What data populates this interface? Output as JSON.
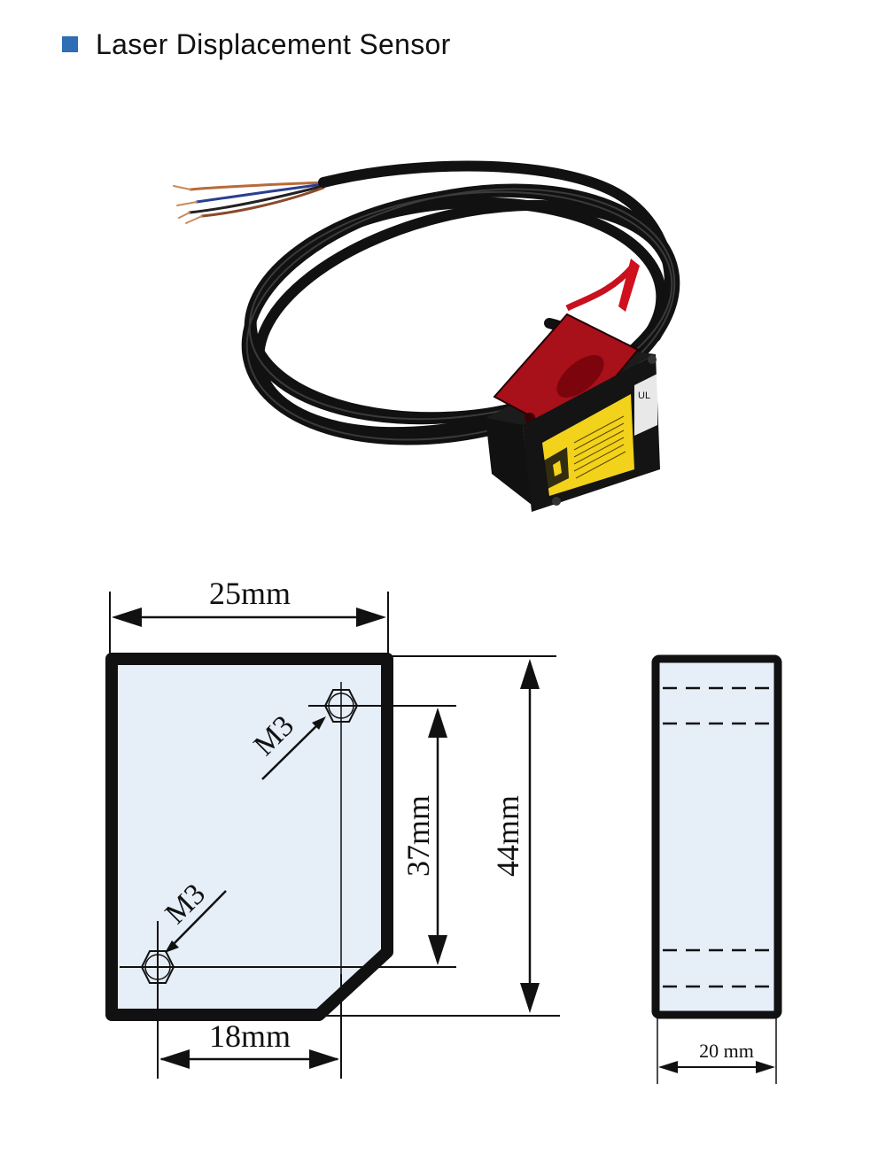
{
  "page": {
    "title": "Laser Displacement Sensor"
  },
  "colors": {
    "bullet": "#2f6db5",
    "body_fill": "#e6eef8",
    "outline": "#111111",
    "sensor_red": "#b3101c",
    "label_yellow": "#f2d21a"
  },
  "drawing": {
    "front_view": {
      "width_label": "25mm",
      "height_label": "44mm",
      "hole_spacing_label": "37mm",
      "bottom_label": "18mm",
      "hole_label_top": "M3",
      "hole_label_bottom": "M3"
    },
    "side_view": {
      "depth_label": "20 mm"
    }
  }
}
